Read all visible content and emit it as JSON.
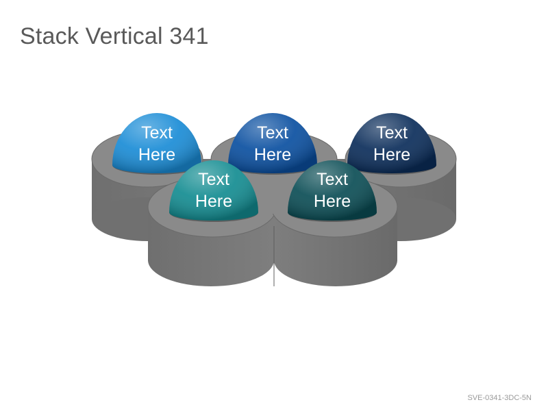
{
  "page": {
    "title": "Stack Vertical 341",
    "code": "SVE-0341-3DC-5N"
  },
  "diagram": {
    "domes": [
      {
        "id": "back-left",
        "lines": [
          "Text",
          "Here"
        ],
        "color": "#1a8cd6"
      },
      {
        "id": "back-center",
        "lines": [
          "Text",
          "Here"
        ],
        "color": "#0a4fa0"
      },
      {
        "id": "back-right",
        "lines": [
          "Text",
          "Here"
        ],
        "color": "#0b2d5a"
      },
      {
        "id": "front-left",
        "lines": [
          "Text",
          "Here"
        ],
        "color": "#138c91"
      },
      {
        "id": "front-right",
        "lines": [
          "Text",
          "Here"
        ],
        "color": "#0b4d55"
      }
    ],
    "base_color": "#7d7d7d"
  }
}
